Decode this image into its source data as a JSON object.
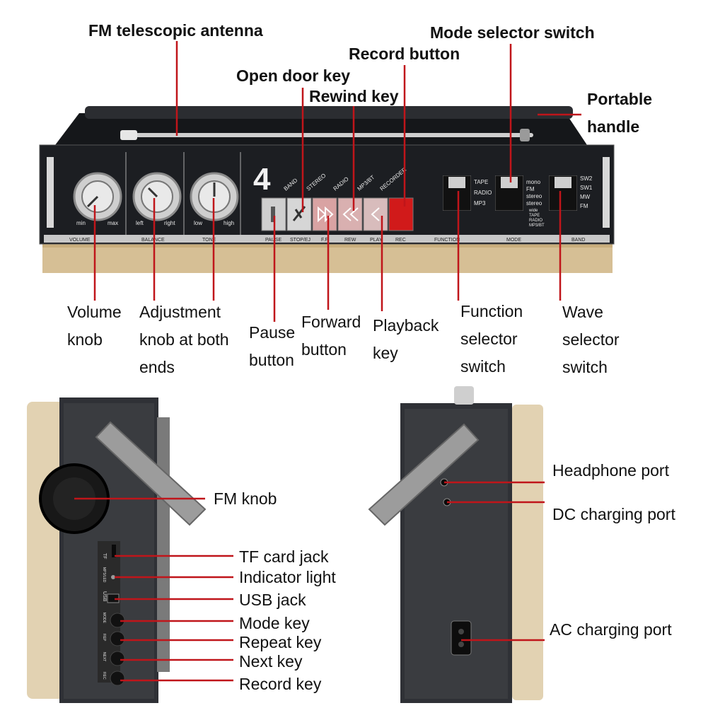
{
  "colors": {
    "leader_line": "#c0151a",
    "radio_body": "#1c1e22",
    "panel": "#2a2c31",
    "beige": "#d6bf95",
    "chrome": "#d9d9d9",
    "record_red": "#d11a1a"
  },
  "top_callouts": {
    "antenna": "FM telescopic antenna",
    "open_door": "Open door key",
    "rewind": "Rewind key",
    "record": "Record button",
    "mode_selector": "Mode selector switch",
    "handle_line1": "Portable",
    "handle_line2": "handle"
  },
  "bottom_callouts": {
    "volume": [
      "Volume",
      "knob"
    ],
    "adjustment": [
      "Adjustment",
      "knob at both",
      "ends"
    ],
    "pause": [
      "Pause",
      "button"
    ],
    "forward": [
      "Forward",
      "button"
    ],
    "playback": [
      "Playback",
      "key"
    ],
    "function": [
      "Function",
      "selector",
      "switch"
    ],
    "wave": [
      "Wave",
      "selector",
      "switch"
    ]
  },
  "left_side_callouts": {
    "fm_knob": "FM knob",
    "tf_card": "TF card jack",
    "indicator": "Indicator light",
    "usb": "USB jack",
    "mode_key": "Mode key",
    "repeat_key": "Repeat key",
    "next_key": "Next key",
    "record_key": "Record key"
  },
  "right_side_callouts": {
    "headphone": "Headphone port",
    "dc": "DC charging port",
    "ac": "AC charging port"
  },
  "front_panel": {
    "model_number": "4",
    "knob_captions": {
      "volume": "VOLUME",
      "balance": "BALANCE",
      "tone": "TONE"
    },
    "knob_scale": {
      "vol_min": "min",
      "vol_max": "max",
      "bal_left": "left",
      "bal_right": "right",
      "tone_low": "low",
      "tone_high": "high"
    },
    "key_tops": [
      "BAND",
      "STEREO",
      "RADIO",
      "MP3/BT",
      "RECORDER"
    ],
    "key_captions": [
      "PAUSE",
      "STOP/EJ",
      "F.F",
      "REW",
      "PLAY",
      "REC"
    ],
    "function_options": [
      "TAPE",
      "RADIO",
      "MP3"
    ],
    "function_caption": "FUNCTION",
    "mode_options": [
      "mono",
      "FM",
      "stereo",
      "stereo"
    ],
    "mode_caption": "MODE",
    "mode_sub": [
      "wide",
      "TAPE",
      "RADIO",
      "MP3/BT"
    ],
    "band_options": [
      "SW2",
      "SW1",
      "MW",
      "FM"
    ],
    "band_caption": "BAND"
  },
  "side_panel": {
    "tf_label": "TF",
    "indicator_label": "MP3/LED",
    "usb_label": "USB",
    "key_labels": [
      "MODE",
      "REP",
      "NEXT",
      "REC"
    ]
  }
}
